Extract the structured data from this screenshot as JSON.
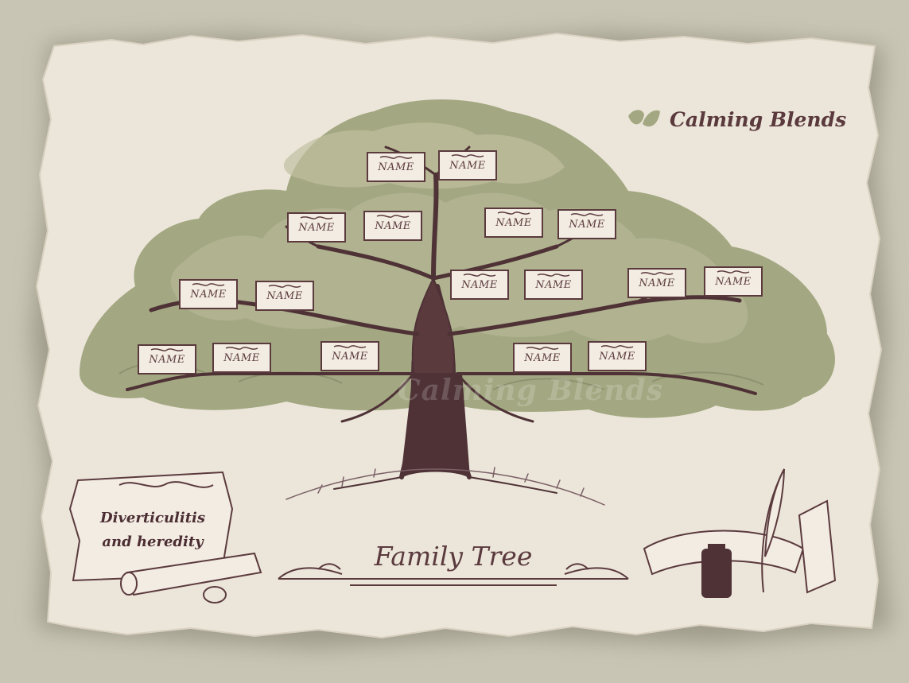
{
  "brand": {
    "name": "Calming Blends",
    "icon": "leaf-icon",
    "color": "#5b3a3e"
  },
  "watermark": "Calming Blends",
  "cards": [
    {
      "label": "NAME"
    },
    {
      "label": "NAME"
    },
    {
      "label": "NAME"
    },
    {
      "label": "NAME"
    },
    {
      "label": "NAME"
    },
    {
      "label": "NAME"
    },
    {
      "label": "NAME"
    },
    {
      "label": "NAME"
    },
    {
      "label": "NAME"
    },
    {
      "label": "NAME"
    },
    {
      "label": "NAME"
    },
    {
      "label": "NAME"
    },
    {
      "label": "NAME"
    },
    {
      "label": "NAME"
    },
    {
      "label": "NAME"
    },
    {
      "label": "NAME"
    },
    {
      "label": "NAME"
    }
  ],
  "note": {
    "line1": "Diverticulitis",
    "line2": "and heredity"
  },
  "title": "Family Tree",
  "colors": {
    "background": "#c9c5b4",
    "paper": "#ece6da",
    "foliage": "#a3a882",
    "trunk": "#4e3236",
    "ink": "#5b3a3e",
    "card": "#f3ece3"
  }
}
